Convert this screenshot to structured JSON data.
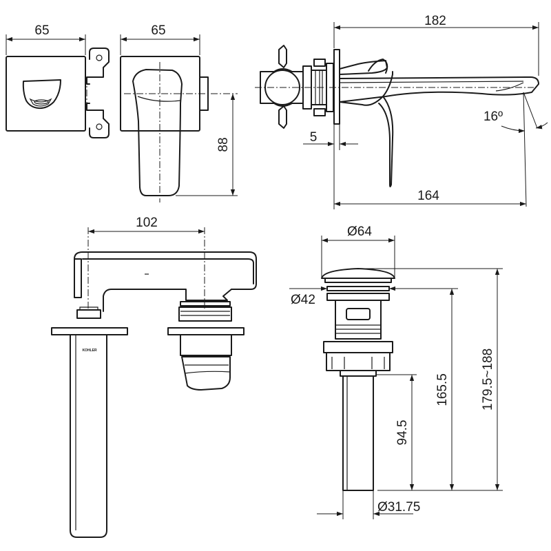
{
  "dimensions": {
    "front_width_left": "65",
    "front_width_right": "65",
    "handle_height": "88",
    "spout_reach": "182",
    "wall_offset": "5",
    "spout_angle": "16º",
    "spout_length": "164",
    "valve_width": "102",
    "drain_cap_dia": "Ø64",
    "drain_body_dia": "Ø42",
    "drain_height_a": "165.5",
    "drain_height_b": "179.5~188",
    "drain_tail_len": "94.5",
    "drain_tail_dia": "Ø31.75"
  },
  "brand_mark": "KOHLER"
}
